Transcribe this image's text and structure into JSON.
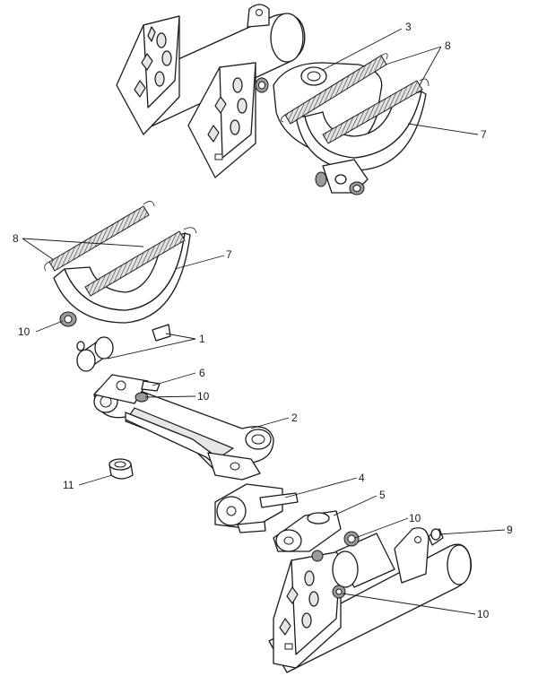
{
  "callouts": [
    {
      "id": "c3a",
      "text": "3"
    },
    {
      "id": "c8a",
      "text": "8"
    },
    {
      "id": "c7a",
      "text": "7"
    },
    {
      "id": "c8b",
      "text": "8"
    },
    {
      "id": "c7b",
      "text": "7"
    },
    {
      "id": "c10a",
      "text": "10"
    },
    {
      "id": "c1",
      "text": "1"
    },
    {
      "id": "c6",
      "text": "6"
    },
    {
      "id": "c10b",
      "text": "10"
    },
    {
      "id": "c2",
      "text": "2"
    },
    {
      "id": "c11",
      "text": "11"
    },
    {
      "id": "c4",
      "text": "4"
    },
    {
      "id": "c5",
      "text": "5"
    },
    {
      "id": "c10c",
      "text": "10"
    },
    {
      "id": "c9",
      "text": "9"
    },
    {
      "id": "c10d",
      "text": "10"
    }
  ]
}
